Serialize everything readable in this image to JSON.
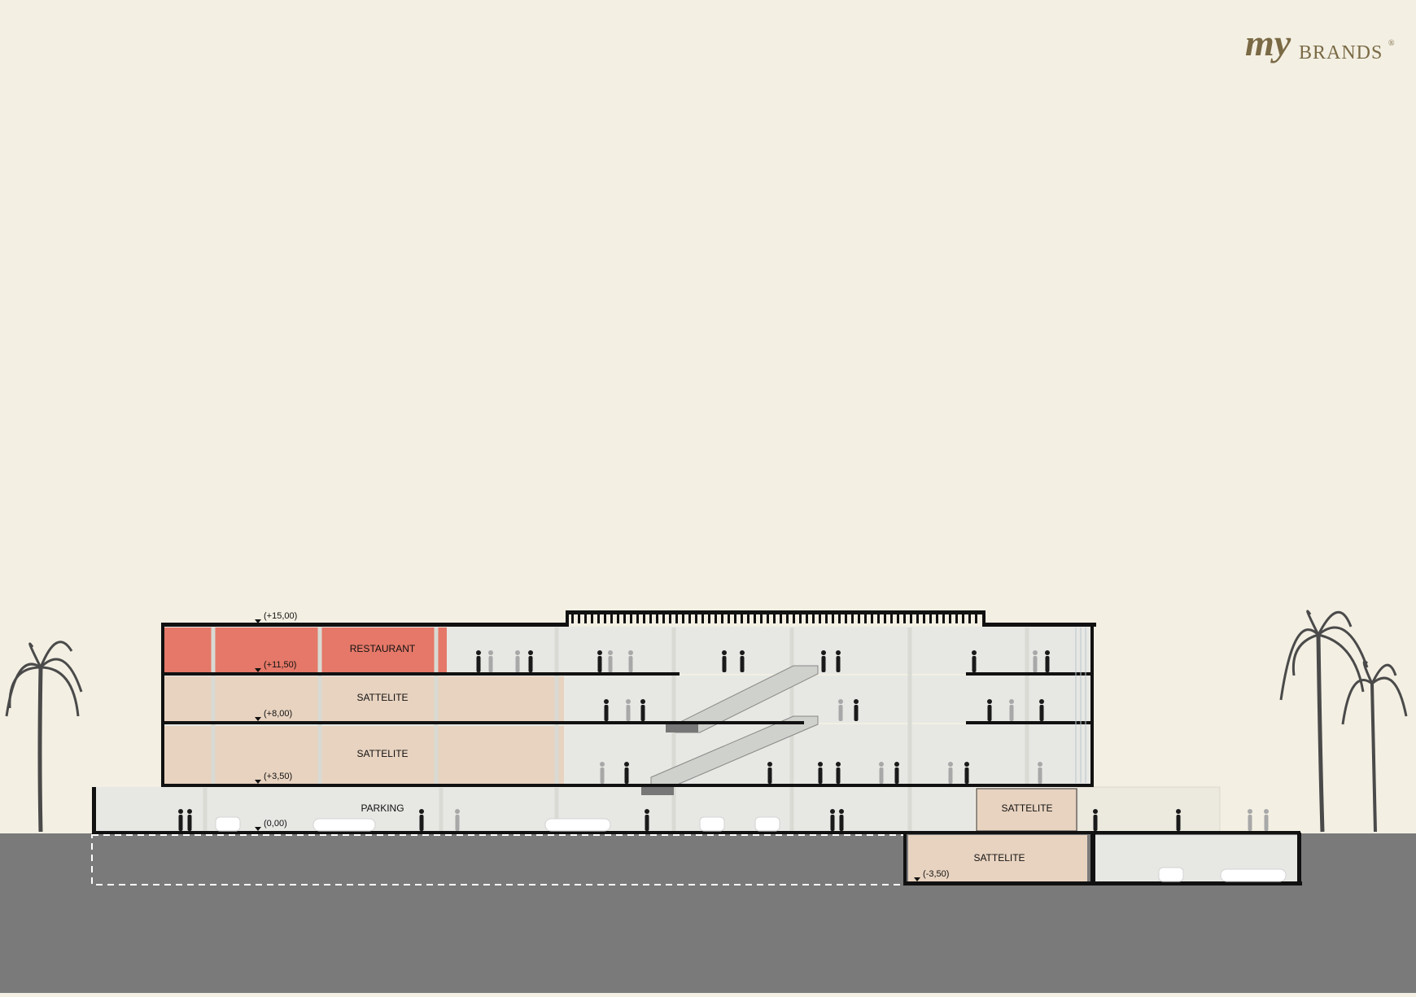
{
  "brand": {
    "script_mark": "my",
    "wordmark": "BRANDS",
    "registered": "®",
    "color": "#7a6a45"
  },
  "colors": {
    "background": "#f3efe3",
    "ground": "#7a7a7a",
    "restaurant": "#e57868",
    "sattelite": "#e8d3c0",
    "interior": "#e7e8e4",
    "structure": "#111111"
  },
  "levels": [
    {
      "label": "(+15,00)"
    },
    {
      "label": "(+11,50)"
    },
    {
      "label": "(+8,00)"
    },
    {
      "label": "(+3,50)"
    },
    {
      "label": "(0,00)"
    },
    {
      "label": "(-3,50)"
    }
  ],
  "spaces": [
    {
      "label": "RESTAURANT"
    },
    {
      "label": "SATTELITE"
    },
    {
      "label": "SATTELITE"
    },
    {
      "label": "PARKING"
    },
    {
      "label": "SATTELITE"
    },
    {
      "label": "SATTELITE"
    }
  ]
}
